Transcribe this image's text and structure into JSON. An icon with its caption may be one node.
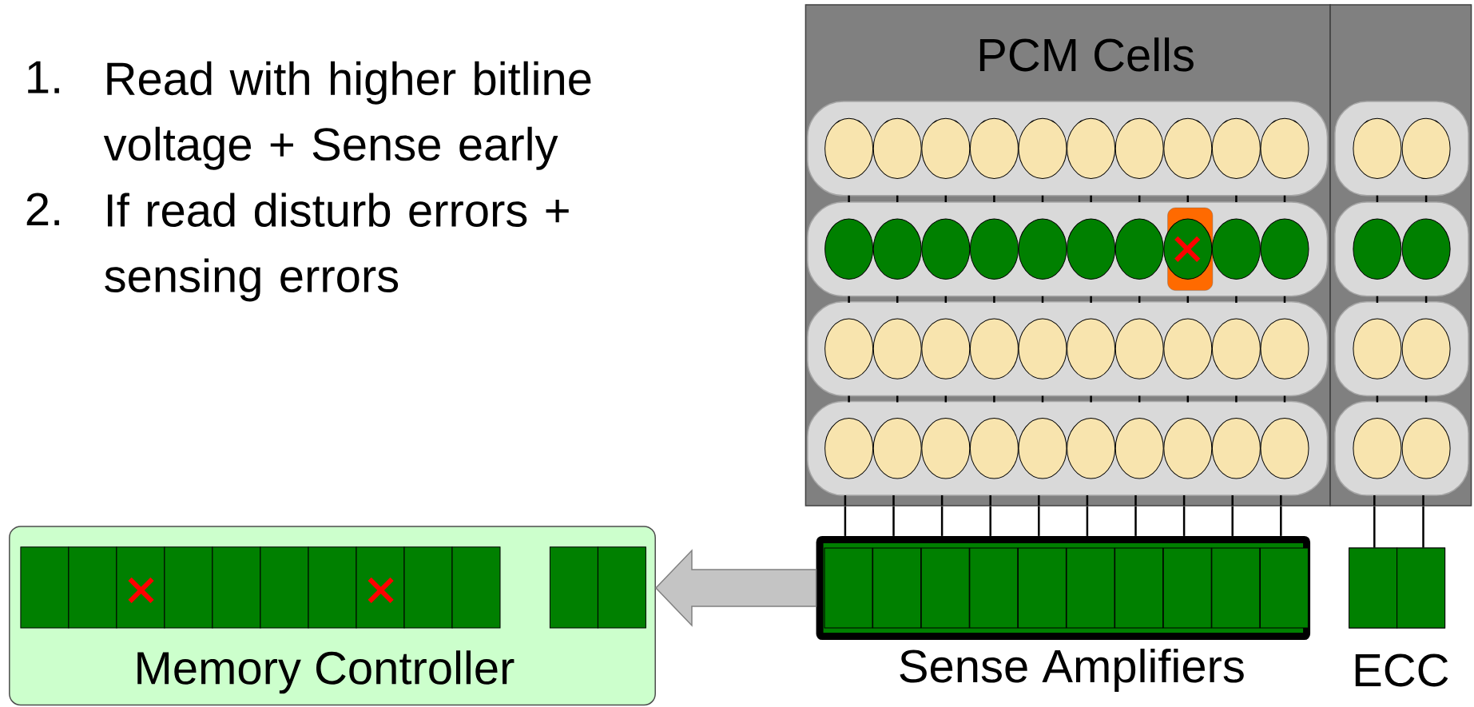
{
  "diagram": {
    "nodes": [
      {
        "text": [
          "PCM Cells"
        ]
      },
      {
        "text": [],
        "shape": "box"
      },
      {
        "text": [
          "Sense Amplifiers"
        ]
      },
      {
        "text": [
          "ECC"
        ]
      },
      {
        "text": [
          "Memory Controller"
        ]
      }
    ],
    "edges": [
      {
        "from": 2,
        "to": 4,
        "arrow": "to"
      },
      {
        "from": 0,
        "to": 2,
        "arrow": "none"
      },
      {
        "from": 0,
        "to": 2,
        "arrow": "none"
      },
      {
        "from": 0,
        "to": 2,
        "arrow": "none"
      },
      {
        "from": 0,
        "to": 2,
        "arrow": "none"
      },
      {
        "from": 0,
        "to": 2,
        "arrow": "none"
      },
      {
        "from": 0,
        "to": 2,
        "arrow": "none"
      },
      {
        "from": 0,
        "to": 2,
        "arrow": "none"
      },
      {
        "from": 0,
        "to": 2,
        "arrow": "none"
      },
      {
        "from": 0,
        "to": 2,
        "arrow": "none"
      },
      {
        "from": 0,
        "to": 2,
        "arrow": "none"
      },
      {
        "from": 1,
        "to": 3,
        "arrow": "none"
      },
      {
        "from": 1,
        "to": 3,
        "arrow": "none"
      }
    ],
    "labels": [
      "1.",
      "Read with higher bitline voltage + Sense early",
      "2.",
      "If read disturb errors + sensing errors"
    ]
  }
}
